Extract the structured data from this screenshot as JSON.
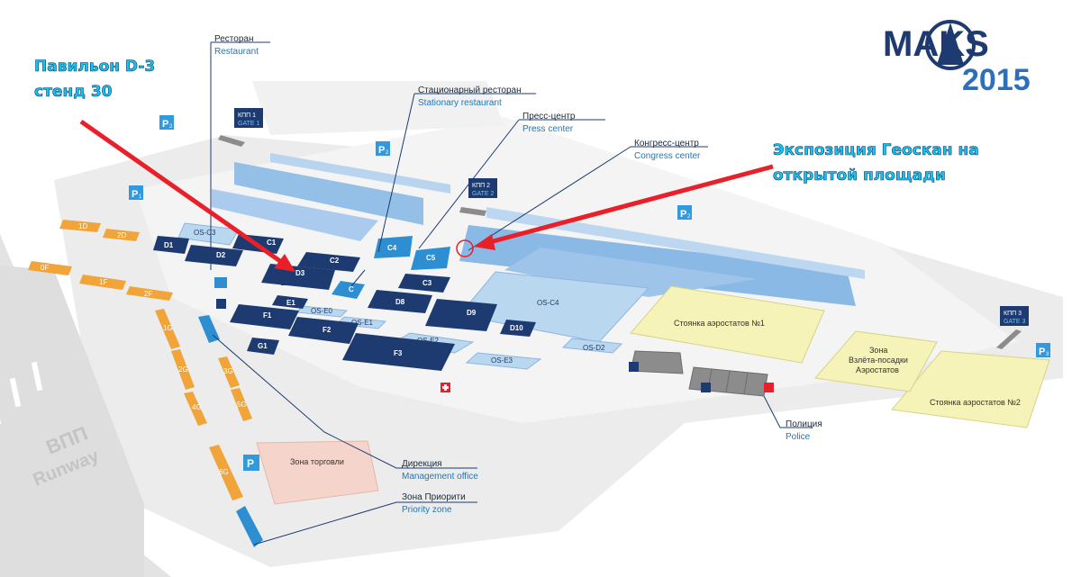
{
  "logo": {
    "brand": "MAKS",
    "year": "2015"
  },
  "annotations": {
    "pavilion_line1": "Павильон D-3",
    "pavilion_line2": "стенд 30",
    "geoscan_line1": "Экспозиция Геоскан на",
    "geoscan_line2": "открытой площади"
  },
  "legend_labels": [
    {
      "key": "restaurant",
      "ru": "Ресторан",
      "en": "Restaurant"
    },
    {
      "key": "stationary-restaurant",
      "ru": "Стационарный ресторан",
      "en": "Stationary restaurant"
    },
    {
      "key": "press-center",
      "ru": "Пресс-центр",
      "en": "Press center"
    },
    {
      "key": "congress-center",
      "ru": "Конгресс-центр",
      "en": "Congress center"
    },
    {
      "key": "police",
      "ru": "Полиция",
      "en": "Police"
    },
    {
      "key": "management",
      "ru": "Дирекция",
      "en": "Management office"
    },
    {
      "key": "priority",
      "ru": "Зона Приорити",
      "en": "Priority zone"
    }
  ],
  "gates": [
    {
      "key": "gate1",
      "ru": "КПП 1",
      "en": "GATE 1"
    },
    {
      "key": "gate2",
      "ru": "КПП 2",
      "en": "GATE 2"
    },
    {
      "key": "gate3",
      "ru": "КПП 3",
      "en": "GATE 3"
    }
  ],
  "parking": [
    "P",
    "P",
    "P",
    "P",
    "P",
    "P"
  ],
  "parking_sub": [
    "2",
    "2",
    "1",
    "2",
    "3"
  ],
  "pavilions": [
    "C1",
    "D1",
    "D2",
    "C2",
    "D3",
    "C4",
    "C5",
    "C3",
    "C",
    "D8",
    "E1",
    "F1",
    "F2",
    "D9",
    "D10",
    "G1",
    "F3"
  ],
  "open_sites": [
    "OS-C3",
    "OS-E0",
    "OS-E1",
    "OS-E2",
    "OS-E3",
    "OS-C4",
    "OS-D2"
  ],
  "chalets": [
    "1D",
    "2D",
    "0F",
    "1F",
    "2F",
    "1G",
    "2G",
    "3G",
    "4G",
    "5G",
    "6G"
  ],
  "zones": {
    "balloon1": "Стоянка аэростатов №1",
    "balloon2": "Стоянка аэростатов №2",
    "takeoff_line1": "Зона",
    "takeoff_line2": "Взлёта-посадки",
    "takeoff_line3": "Аэростатов",
    "trade": "Зона торговли"
  },
  "runway": {
    "ru": "ВПП",
    "en": "Runway"
  },
  "colors": {
    "pavilion_dark": "#1d3b70",
    "pavilion_light": "#2d8fd1",
    "open_site": "#b9d7ef",
    "chalet": "#f0a43a",
    "balloon_zone": "#f6f3b8",
    "trade_zone": "#f5d5cb",
    "arrow": "#e8202a",
    "annotation_text": "#19c3f0",
    "parking": "#3399dd"
  }
}
